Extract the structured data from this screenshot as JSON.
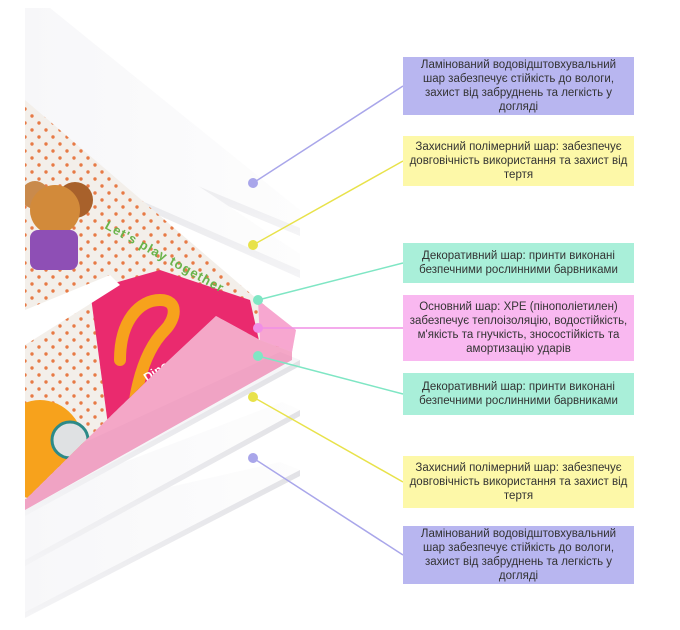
{
  "colors": {
    "lavender": "#b8b6f0",
    "yellow": "#fdf8a8",
    "mint": "#a9efd9",
    "pink": "#f9b8f0",
    "mat_pink": "#ea2a6e",
    "mat_orange": "#f7a21c"
  },
  "mat_print": {
    "slogan": "Let's play together",
    "name": "Dino"
  },
  "layers": [
    {
      "id": "top-laminate",
      "color": "lavender",
      "text": "Ламінований водовідштовхувальний шар забезпечує стійкість до вологи, захист від забруднень та легкість у догляді"
    },
    {
      "id": "top-polymer",
      "color": "yellow",
      "text": "Захисний полімерний шар: забезпечує довговічність використання та захист від тертя"
    },
    {
      "id": "top-decor",
      "color": "mint",
      "text": "Декоративний шар: принти виконані безпечними рослинними барвниками"
    },
    {
      "id": "core",
      "color": "pink",
      "text": "Основний шар: XPE (пінополіетилен) забезпечує теплоізоляцію, водостійкість, м'якість та гнучкість, зносостійкість та амортизацію ударів"
    },
    {
      "id": "bottom-decor",
      "color": "mint",
      "text": "Декоративний шар: принти виконані безпечними рослинними барвниками"
    },
    {
      "id": "bottom-polymer",
      "color": "yellow",
      "text": "Захисний полімерний шар: забезпечує довговічність використання та захист від тертя"
    },
    {
      "id": "bottom-laminate",
      "color": "lavender",
      "text": "Ламінований водовідштовхувальний шар забезпечує стійкість до вологи, захист від забруднень та легкість у догляді"
    }
  ]
}
